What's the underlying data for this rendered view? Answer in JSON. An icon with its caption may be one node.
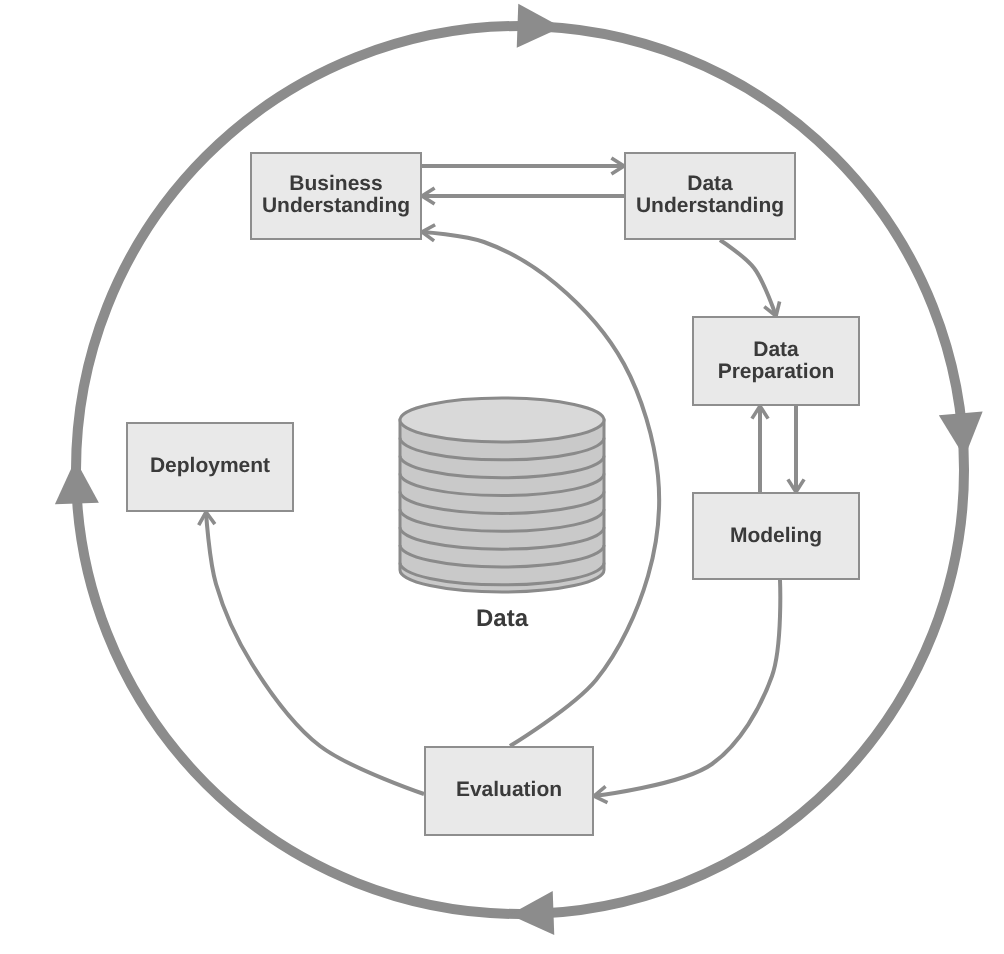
{
  "diagram": {
    "nodes": [
      {
        "text": [
          "Business Understanding"
        ]
      },
      {
        "text": [
          "Data Understanding"
        ]
      },
      {
        "text": [
          "Data Preparation"
        ]
      },
      {
        "text": [
          "Deployment"
        ]
      },
      {
        "text": [
          "Data"
        ]
      },
      {
        "text": [
          "Modeling"
        ]
      },
      {
        "text": [
          "Evaluation"
        ]
      }
    ],
    "edges": [
      {
        "from": 0,
        "to": 1,
        "arrow": "to"
      },
      {
        "from": 1,
        "to": 0,
        "arrow": "to"
      },
      {
        "from": 1,
        "to": 2,
        "arrow": "to"
      },
      {
        "from": 2,
        "to": 5,
        "arrow": "to"
      },
      {
        "from": 5,
        "to": 2,
        "arrow": "to"
      },
      {
        "from": 5,
        "to": 6,
        "arrow": "to"
      },
      {
        "from": 6,
        "to": 0,
        "arrow": "to"
      },
      {
        "from": 6,
        "to": 3,
        "arrow": "to"
      }
    ]
  }
}
